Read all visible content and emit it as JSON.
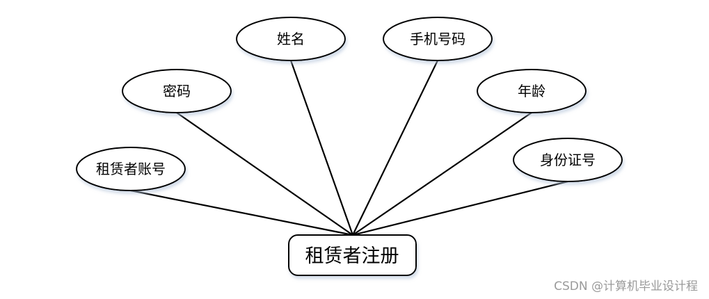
{
  "entity": {
    "label": "租赁者注册"
  },
  "attributes": [
    {
      "label": "租赁者账号"
    },
    {
      "label": "密码"
    },
    {
      "label": "姓名"
    },
    {
      "label": "手机号码"
    },
    {
      "label": "年龄"
    },
    {
      "label": "身份证号"
    }
  ],
  "watermark": "CSDN @计算机毕业设计程",
  "colors": {
    "stroke": "#000000",
    "shadow": "#cfd8e6",
    "background": "#ffffff",
    "watermark": "#9a9a9a"
  }
}
